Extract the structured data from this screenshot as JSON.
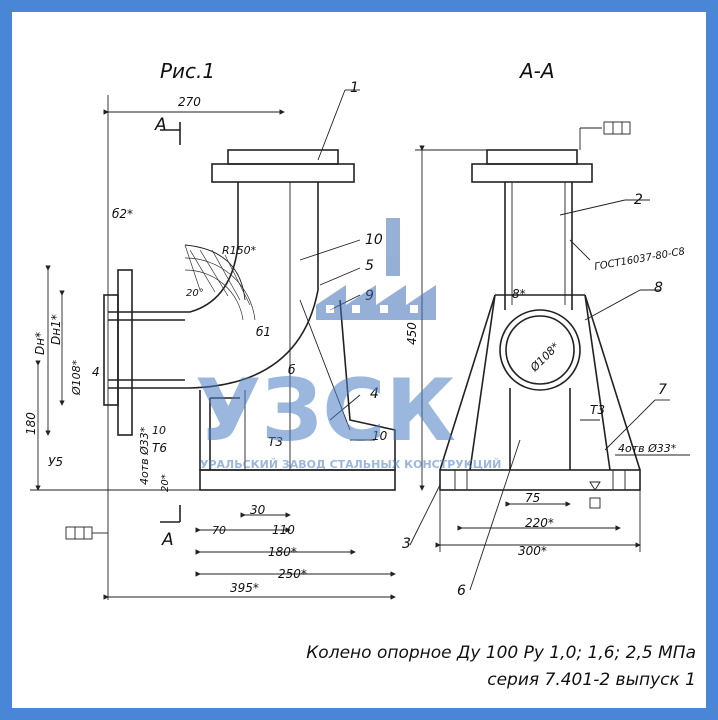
{
  "drawing": {
    "figure_title": "Рис.1",
    "section_title": "А-А",
    "section_mark": "А",
    "left_dims": {
      "d270": "270",
      "d30": "30",
      "d70": "70",
      "d110": "110",
      "d180": "180*",
      "d250": "250*",
      "d395": "395*",
      "v180": "180",
      "dn": "Dн*",
      "dn1": "Dн1*",
      "d108": "Ø108*"
    },
    "right_dims": {
      "d450": "450",
      "d75": "75",
      "d220": "220*",
      "d300": "300*"
    },
    "callouts": {
      "c1": "1",
      "c2": "2",
      "c3": "3",
      "c4": "4",
      "c5": "5",
      "c6": "6",
      "c7": "7",
      "c8": "8",
      "c9": "9",
      "c10": "10"
    },
    "labels": {
      "y5": "У5",
      "r150": "R150*",
      "t6": "Т6",
      "t3": "Т3",
      "d10": "10",
      "b": "б",
      "b1": "б1",
      "b2": "б2*",
      "deg20": "20°",
      "d20": "20*",
      "s8": "8*",
      "d108_circle": "Ø108*",
      "gost": "ГОСТ16037-80-С8",
      "holes_left": "4отв Ø33*",
      "holes_right": "4отв Ø33*"
    }
  },
  "watermark": {
    "text": "УЗСК",
    "subtitle": "УРАЛЬСКИЙ ЗАВОД СТАЛЬНЫХ КОНСТРУКЦИЙ"
  },
  "caption": {
    "line1": "Колено опорное Ду 100 Ру 1,0; 1,6; 2,5 МПа",
    "line2": "серия 7.401-2 выпуск 1"
  },
  "colors": {
    "border": "#4a86d6",
    "watermark": "#4a7ec2"
  }
}
